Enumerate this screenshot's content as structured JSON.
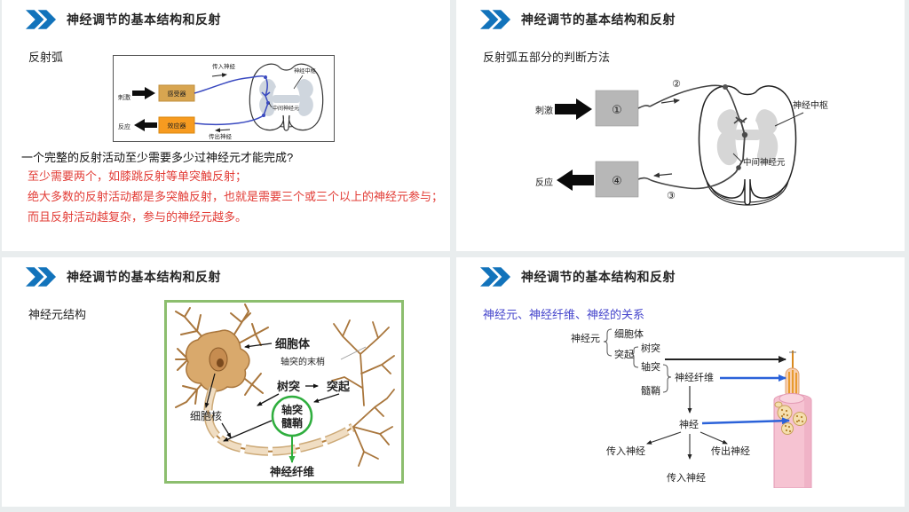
{
  "page": {
    "background": "#e9edee",
    "slide_background": "#ffffff",
    "accent_blue": "#1273bb",
    "red_text": "#e23c36",
    "subtitle_blue": "#4646cc"
  },
  "common": {
    "title": "神经调节的基本结构和反射"
  },
  "slide1": {
    "subtitle": "反射弧",
    "diagram": {
      "stimulus": "刺激",
      "receptor": "感受器",
      "afferent_nerve": "传入神经",
      "nerve_center": "神经中枢",
      "interneuron": "中间神经元",
      "efferent_nerve": "传出神经",
      "effector": "效应器",
      "response": "反应"
    },
    "question": "一个完整的反射活动至少需要多少过神经元才能完成?",
    "answers": [
      "至少需要两个，如膝跳反射等单突触反射；",
      "绝大多数的反射活动都是多突触反射，也就是需要三个或三个以上的神经元参与；",
      "而且反射活动越复杂，参与的神经元越多。"
    ]
  },
  "slide2": {
    "subtitle": "反射弧五部分的判断方法",
    "diagram": {
      "stimulus": "刺激",
      "part1": "①",
      "part2": "②",
      "nerve_center": "神经中枢",
      "interneuron": "中间神经元",
      "part3": "③",
      "part4": "④",
      "response": "反应"
    }
  },
  "slide3": {
    "subtitle": "神经元结构",
    "labels": {
      "cell_body": "细胞体",
      "axon_terminals": "轴突的末梢",
      "dendrite": "树突",
      "process": "突起",
      "axon": "轴突",
      "myelin_sheath": "髓鞘",
      "nucleus": "细胞核",
      "nerve_fiber": "神经纤维"
    }
  },
  "slide4": {
    "subtitle": "神经元、神经纤维、神经的关系",
    "tree": {
      "neuron": "神经元",
      "cell_body": "细胞体",
      "process": "突起",
      "dendrite": "树突",
      "axon": "轴突",
      "myelin_sheath": "髓鞘",
      "nerve_fiber": "神经纤维",
      "nerve": "神经",
      "afferent_nerve": "传入神经",
      "efferent_nerve": "传出神经",
      "mixed_nerve": "传入神经"
    }
  }
}
